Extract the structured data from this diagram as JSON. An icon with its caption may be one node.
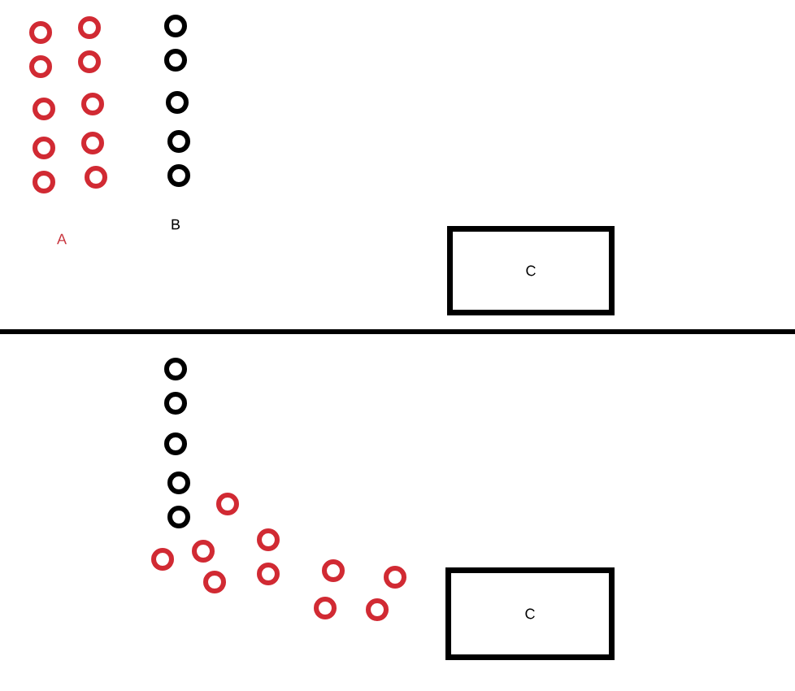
{
  "diagram": {
    "nodes": [
      {
        "text": [
          "C"
        ]
      },
      {
        "text": [
          "C"
        ]
      }
    ],
    "labels": [
      "A",
      "B"
    ]
  }
}
